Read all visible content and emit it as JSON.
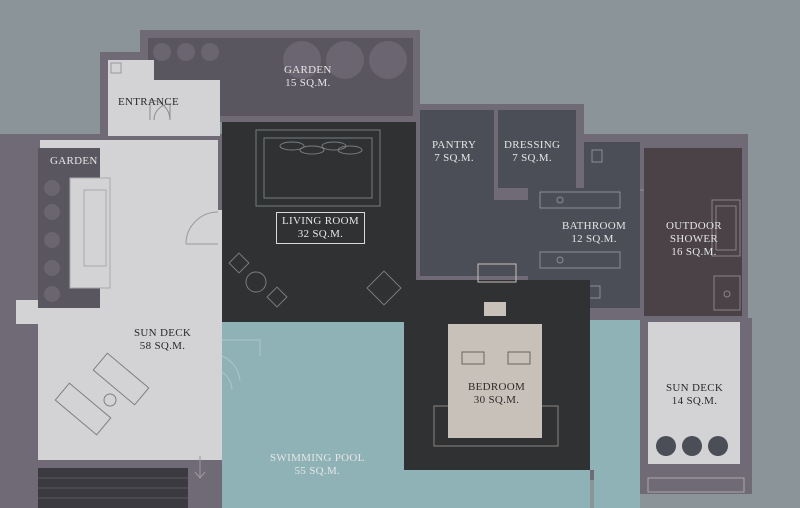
{
  "colors": {
    "background": "#8b9499",
    "wall": "#6f6a75",
    "sun_deck": "#d3d3d5",
    "garden": "#5a5660",
    "pool": "#8fb2b7",
    "living_room": "#2f3132",
    "service_rooms": "#4b4d57",
    "bedroom_bed": "#c8c1b9"
  },
  "rooms": {
    "entrance": {
      "name": "ENTRANCE"
    },
    "garden_top": {
      "name": "GARDEN",
      "area": "15 SQ.M."
    },
    "garden_left": {
      "name": "GARDEN"
    },
    "pantry": {
      "name": "PANTRY",
      "area": "7 SQ.M."
    },
    "dressing": {
      "name": "DRESSING",
      "area": "7 SQ.M."
    },
    "living_room": {
      "name": "LIVING ROOM",
      "area": "32 SQ.M."
    },
    "bathroom": {
      "name": "BATHROOM",
      "area": "12 SQ.M."
    },
    "outdoor_shower": {
      "name": "OUTDOOR",
      "name2": "SHOWER",
      "area": "16 SQ.M."
    },
    "sun_deck_main": {
      "name": "SUN DECK",
      "area": "58 SQ.M."
    },
    "bedroom": {
      "name": "BEDROOM",
      "area": "30 SQ.M."
    },
    "sun_deck_small": {
      "name": "SUN DECK",
      "area": "14 SQ.M."
    },
    "swimming_pool": {
      "name": "SWIMMING POOL",
      "area": "55 SQ.M."
    }
  }
}
